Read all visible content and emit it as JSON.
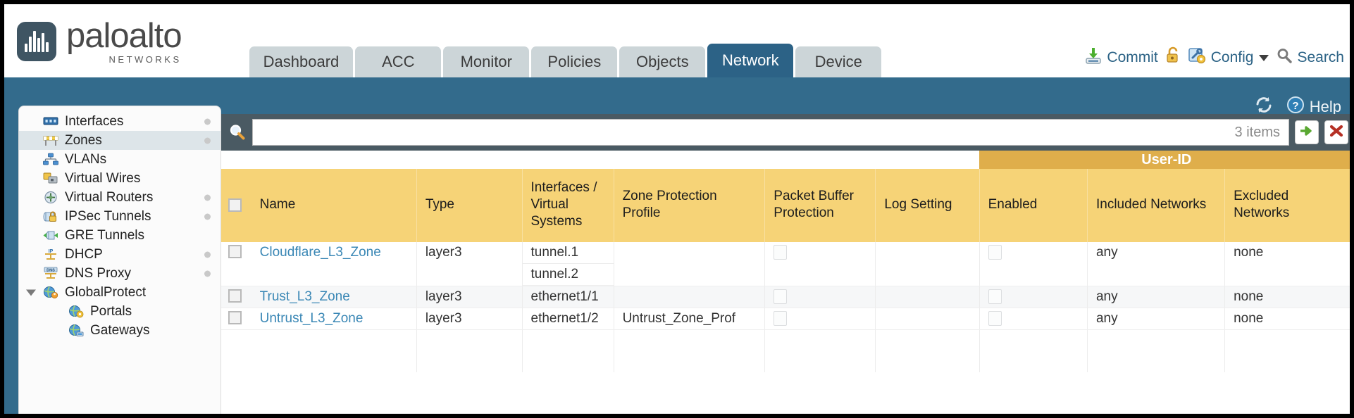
{
  "brand": {
    "title": "paloalto",
    "subtitle": "NETWORKS",
    "mark_icon": "paloalto-logo-icon"
  },
  "nav": {
    "tabs": [
      {
        "label": "Dashboard",
        "active": false
      },
      {
        "label": "ACC",
        "active": false
      },
      {
        "label": "Monitor",
        "active": false
      },
      {
        "label": "Policies",
        "active": false
      },
      {
        "label": "Objects",
        "active": false
      },
      {
        "label": "Network",
        "active": true
      },
      {
        "label": "Device",
        "active": false
      }
    ]
  },
  "top_actions": {
    "commit": "Commit",
    "commit_icon": "commit-download-icon",
    "lock_icon": "unlocked-padlock-icon",
    "config_icon": "config-wrench-key-icon",
    "config": "Config",
    "config_caret": "chevron-down-icon",
    "search": "Search",
    "search_icon": "search-magnifier-icon"
  },
  "band": {
    "refresh_icon": "refresh-icon",
    "help": "Help",
    "help_icon": "help-question-icon"
  },
  "sidebar": {
    "items": [
      {
        "label": "Interfaces",
        "icon": "interfaces-icon",
        "active": false,
        "dot": true,
        "indent": false,
        "expander": false
      },
      {
        "label": "Zones",
        "icon": "zones-barrier-icon",
        "active": true,
        "dot": true,
        "indent": false,
        "expander": false
      },
      {
        "label": "VLANs",
        "icon": "vlans-network-icon",
        "active": false,
        "dot": false,
        "indent": false,
        "expander": false
      },
      {
        "label": "Virtual Wires",
        "icon": "virtual-wires-icon",
        "active": false,
        "dot": false,
        "indent": false,
        "expander": false
      },
      {
        "label": "Virtual Routers",
        "icon": "virtual-routers-icon",
        "active": false,
        "dot": true,
        "indent": false,
        "expander": false
      },
      {
        "label": "IPSec Tunnels",
        "icon": "ipsec-tunnels-lock-icon",
        "active": false,
        "dot": true,
        "indent": false,
        "expander": false
      },
      {
        "label": "GRE Tunnels",
        "icon": "gre-tunnels-icon",
        "active": false,
        "dot": false,
        "indent": false,
        "expander": false
      },
      {
        "label": "DHCP",
        "icon": "dhcp-ip-icon",
        "active": false,
        "dot": true,
        "indent": false,
        "expander": false
      },
      {
        "label": "DNS Proxy",
        "icon": "dns-proxy-icon",
        "active": false,
        "dot": true,
        "indent": false,
        "expander": false
      },
      {
        "label": "GlobalProtect",
        "icon": "globalprotect-globe-icon",
        "active": false,
        "dot": false,
        "indent": false,
        "expander": true
      },
      {
        "label": "Portals",
        "icon": "portals-globe-icon",
        "active": false,
        "dot": false,
        "indent": true,
        "expander": false
      },
      {
        "label": "Gateways",
        "icon": "gateways-globe-icon",
        "active": false,
        "dot": false,
        "indent": true,
        "expander": false
      }
    ]
  },
  "search": {
    "value": "",
    "count_label": "3 items",
    "magnifier_icon": "search-magnifier-icon",
    "apply_icon": "apply-green-arrow-icon",
    "clear_icon": "clear-red-x-icon"
  },
  "table": {
    "group_header": "User-ID",
    "columns": [
      "Name",
      "Type",
      "Interfaces / Virtual Systems",
      "Zone Protection Profile",
      "Packet Buffer Protection",
      "Log Setting",
      "Enabled",
      "Included Networks",
      "Excluded Networks"
    ],
    "rows": [
      {
        "name": "Cloudflare_L3_Zone",
        "type": "layer3",
        "interfaces": [
          "tunnel.1",
          "tunnel.2"
        ],
        "zone_protection_profile": "",
        "packet_buffer_protection": false,
        "log_setting": "",
        "user_id_enabled": false,
        "included_networks": "any",
        "excluded_networks": "none"
      },
      {
        "name": "Trust_L3_Zone",
        "type": "layer3",
        "interfaces": [
          "ethernet1/1"
        ],
        "zone_protection_profile": "",
        "packet_buffer_protection": false,
        "log_setting": "",
        "user_id_enabled": false,
        "included_networks": "any",
        "excluded_networks": "none"
      },
      {
        "name": "Untrust_L3_Zone",
        "type": "layer3",
        "interfaces": [
          "ethernet1/2"
        ],
        "zone_protection_profile": "Untrust_Zone_Prof",
        "packet_buffer_protection": false,
        "log_setting": "",
        "user_id_enabled": false,
        "included_networks": "any",
        "excluded_networks": "none"
      }
    ]
  },
  "colors": {
    "brand_blue": "#336b8c",
    "active_tab": "#2c6286",
    "header_yellow": "#f6d377",
    "group_header_yellow": "#dfae4b",
    "link_blue": "#3a87b5",
    "panel_dark": "#4a5a63"
  }
}
